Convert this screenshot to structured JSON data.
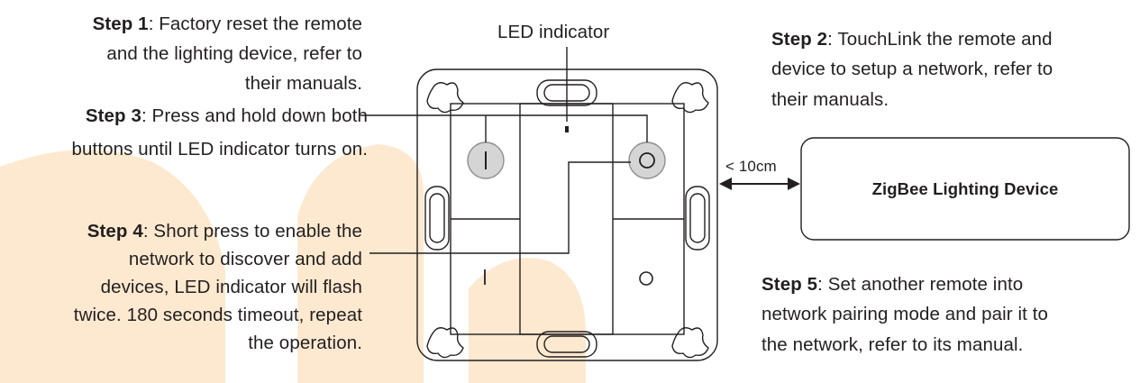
{
  "steps": {
    "step1": {
      "label": "Step 1",
      "lines": [
        ": Factory reset the remote",
        "and the lighting device, refer to",
        "their manuals."
      ]
    },
    "step2": {
      "label": "Step 2",
      "lines": [
        ": TouchLink the remote and",
        "device to setup a network, refer to",
        "their manuals."
      ]
    },
    "step3": {
      "label": "Step 3",
      "lines": [
        ": Press and hold down both",
        "buttons until LED indicator turns on."
      ]
    },
    "step4": {
      "label": "Step 4",
      "lines": [
        ": Short press to enable the",
        "network to discover and add",
        "devices, LED indicator will flash",
        "twice. 180 seconds timeout, repeat",
        "the operation."
      ]
    },
    "step5": {
      "label": "Step 5",
      "lines": [
        ": Set another remote into",
        "network pairing mode and pair it to",
        "the network, refer to its manual."
      ]
    }
  },
  "led_indicator_label": "LED indicator",
  "distance_label": "< 10cm",
  "device_label": "ZigBee Lighting Device",
  "button_symbols": {
    "on": "I",
    "off": "O"
  },
  "colors": {
    "line": "#231f20",
    "watermark": "#fbe1bf",
    "button_fill": "#d5d5d5"
  }
}
